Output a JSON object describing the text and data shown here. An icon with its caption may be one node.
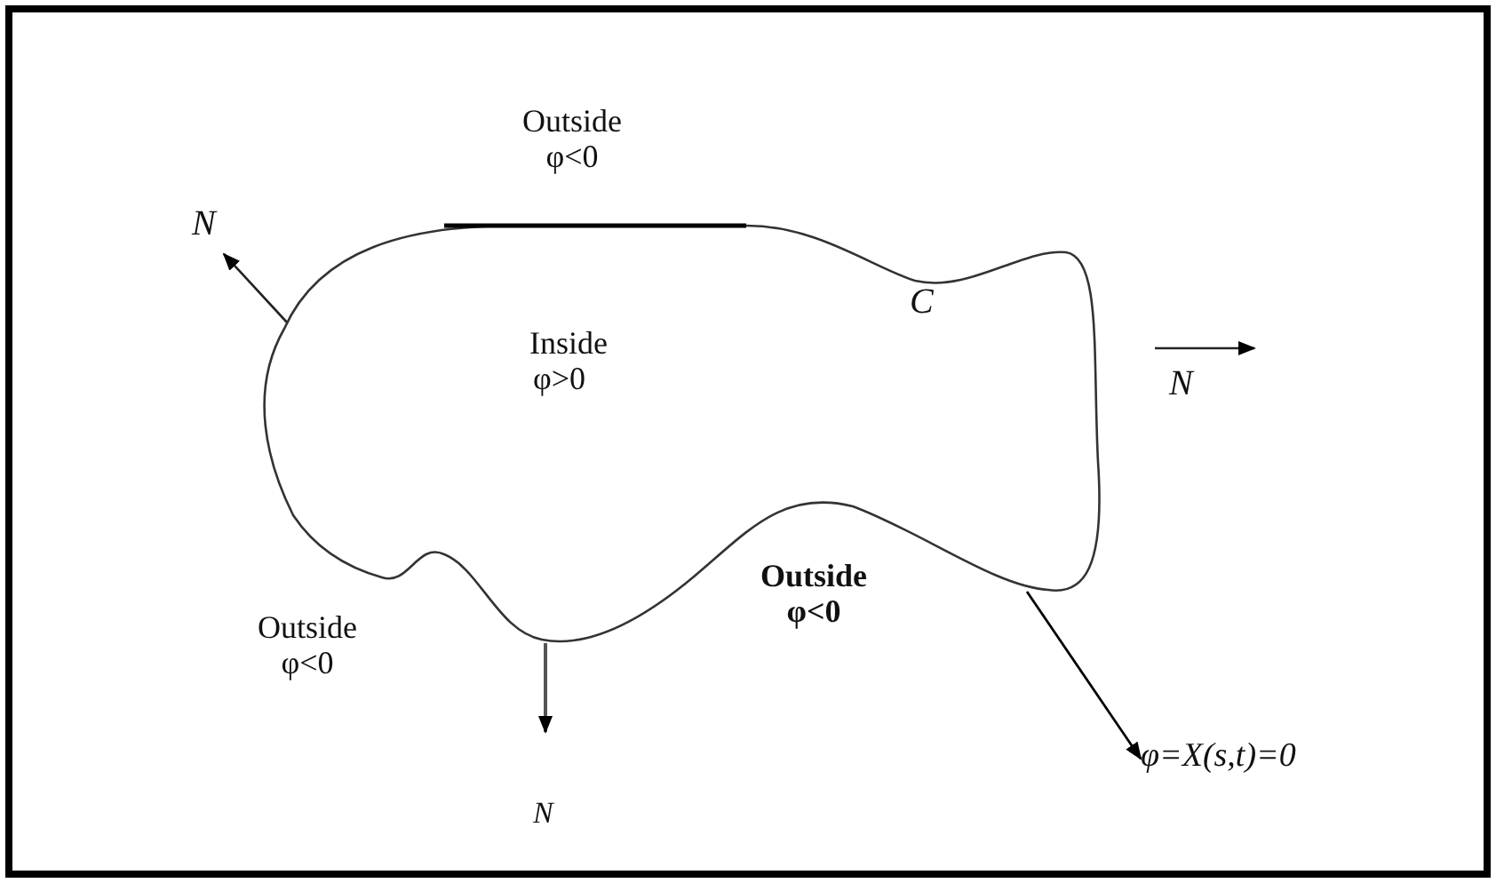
{
  "diagram": {
    "nodes": [
      {
        "text": [
          "Inside",
          "φ>0"
        ]
      },
      {
        "text": [
          "φ=X(s,t)=0"
        ]
      }
    ],
    "edges": [
      {
        "from": 0,
        "to": 1,
        "arrow": "to"
      }
    ],
    "labels": [
      "Outside φ<0",
      "N",
      "C",
      "N",
      "Outside φ<0",
      "Outside φ<0",
      "N"
    ]
  }
}
